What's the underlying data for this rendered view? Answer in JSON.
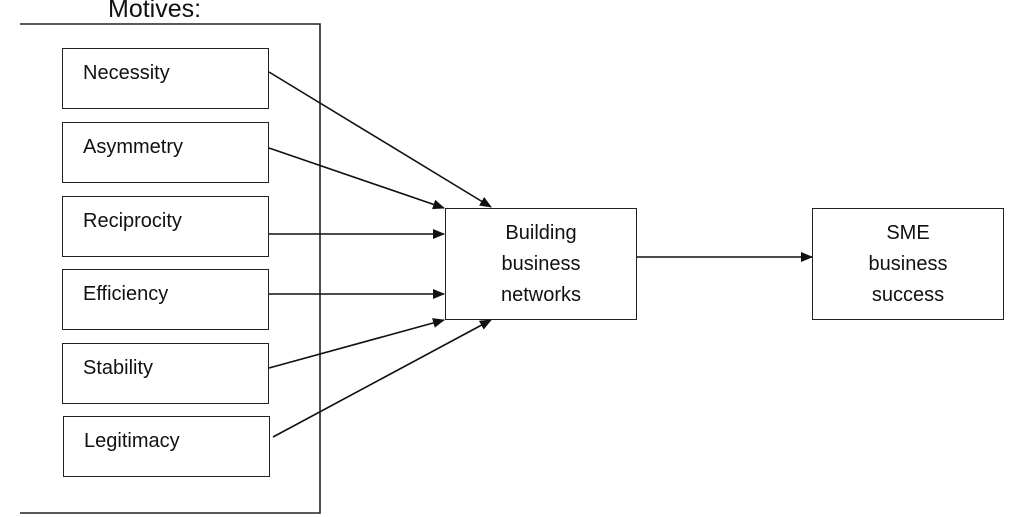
{
  "title": "Motives:",
  "motives": [
    {
      "label": "Necessity"
    },
    {
      "label": "Asymmetry"
    },
    {
      "label": "Reciprocity"
    },
    {
      "label": "Efficiency"
    },
    {
      "label": "Stability"
    },
    {
      "label": "Legitimacy"
    }
  ],
  "networks": {
    "lines": [
      "Building",
      "business",
      "networks"
    ]
  },
  "outcome": {
    "lines": [
      "SME",
      "business",
      "success"
    ]
  },
  "colors": {
    "stroke": "#222222",
    "text": "#111111",
    "background": "#ffffff"
  }
}
